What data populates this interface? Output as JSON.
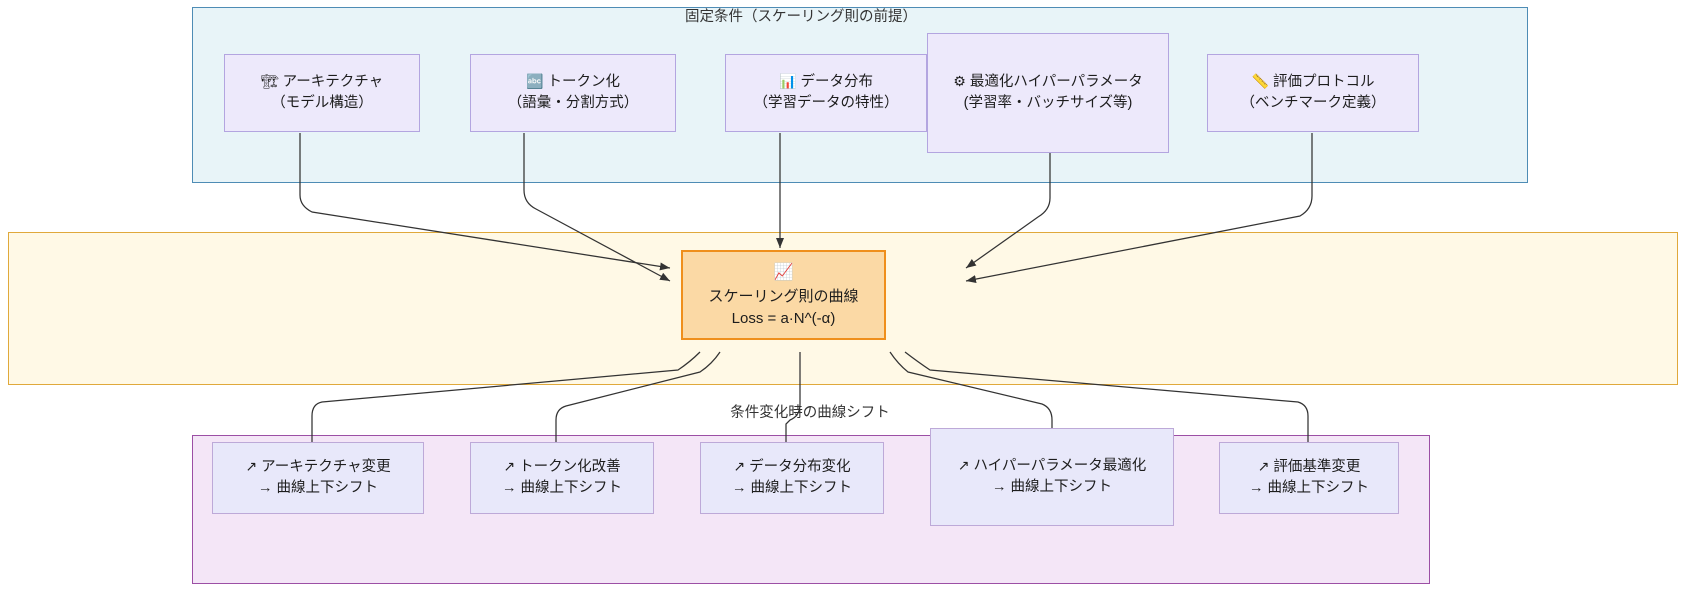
{
  "diagram": {
    "title_top": "固定条件（スケーリング則の前提）",
    "title_bottom": "条件変化時の曲線シフト",
    "colors": {
      "top_cluster_bg": "#e8f4f8",
      "top_cluster_border": "#4e8cb5",
      "mid_cluster_bg": "#fff9e6",
      "mid_cluster_border": "#e0a93b",
      "bottom_cluster_bg": "#f4e6f7",
      "bottom_cluster_border": "#9c4fa5",
      "fixed_node_bg": "#ede9fb",
      "fixed_node_border": "#b3a5e0",
      "core_node_bg": "#fbd9a5",
      "core_node_border": "#ef8f1c",
      "shift_node_bg": "#e8e8fa",
      "shift_node_border": "#bda9d8",
      "edge": "#333333"
    }
  },
  "fixed_nodes": [
    {
      "icon": "🏗",
      "icon_name": "construction-icon",
      "line1": "アーキテクチャ",
      "line2": "（モデル構造）"
    },
    {
      "icon": "🔤",
      "icon_name": "abc-icon",
      "line1": "トークン化",
      "line2": "（語彙・分割方式）"
    },
    {
      "icon": "📊",
      "icon_name": "bar-chart-icon",
      "line1": "データ分布",
      "line2": "（学習データの特性）"
    },
    {
      "icon": "⚙",
      "icon_name": "gear-icon",
      "line1": "最適化ハイパーパラメータ",
      "line2": "(学習率・バッチサイズ等)"
    },
    {
      "icon": "📏",
      "icon_name": "ruler-icon",
      "line1": "評価プロトコル",
      "line2": "（ベンチマーク定義）"
    }
  ],
  "core_node": {
    "icon": "📈",
    "icon_name": "chart-increasing-icon",
    "line1": "スケーリング則の曲線",
    "line2": "Loss = a·N^(-α)"
  },
  "shift_nodes": [
    {
      "icon": "↗",
      "icon_name": "arrow-up-right-icon",
      "line1": "アーキテクチャ変更",
      "line2": "→ 曲線上下シフト"
    },
    {
      "icon": "↗",
      "icon_name": "arrow-up-right-icon",
      "line1": "トークン化改善",
      "line2": "→ 曲線上下シフト"
    },
    {
      "icon": "↗",
      "icon_name": "arrow-up-right-icon",
      "line1": "データ分布変化",
      "line2": "→ 曲線上下シフト"
    },
    {
      "icon": "↗",
      "icon_name": "arrow-up-right-icon",
      "line1": "ハイパーパラメータ最適化",
      "line2": "→ 曲線上下シフト"
    },
    {
      "icon": "↗",
      "icon_name": "arrow-up-right-icon",
      "line1": "評価基準変更",
      "line2": "→ 曲線上下シフト"
    }
  ]
}
